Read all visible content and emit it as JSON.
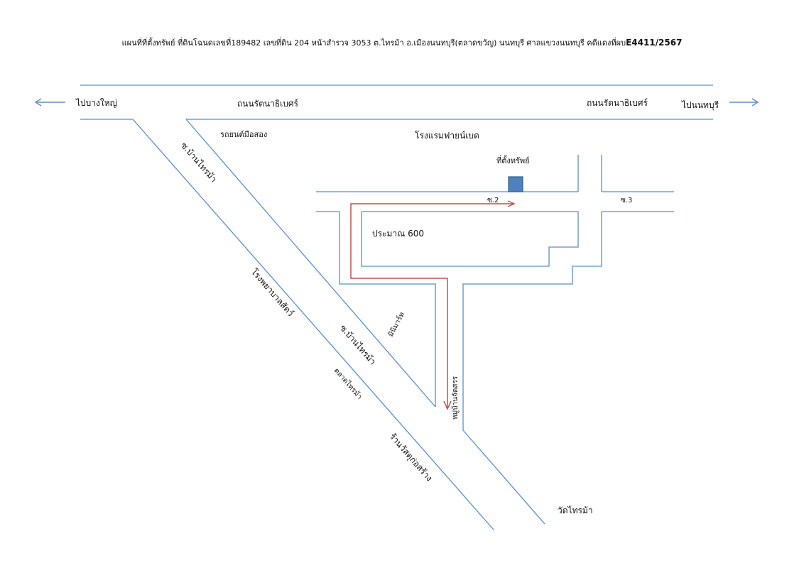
{
  "title": {
    "main": "แผนที่ที่ตั้งทรัพย์ ที่ดินโฉนดเลขที่189482 เลขที่ดิน 204 หน้าสำรวจ 3053 ต.ไทรม้า อ.เมืองนนทบุรี(ตลาดขวัญ) นนทบุรี ศาลแขวงนนทบุรี คดีแดงที่ผบ",
    "case_no": "E4411/2567"
  },
  "directions": {
    "left": "ไปบางใหญ่",
    "right": "ไปนนทบุรี"
  },
  "roads": {
    "main_road_left": "ถนนรัตนาธิเบศร์",
    "main_road_right": "ถนนรัตนาธิเบศร์",
    "soi_upper": "ซ.บ้านไทรม้า",
    "soi_lower": "ซ.บ้านไทรม้า",
    "soi_2": "ซ.2",
    "soi_3": "ซ.3"
  },
  "landmarks": {
    "car_showroom": "รถยนต์มือสอง",
    "hotel": "โรงแรมฟายน์เบด",
    "property": "ที่ตั้งทรัพย์",
    "distance": "ประมาณ 600",
    "animal_hospital": "โรงพยาบาลสัตว์",
    "mini_mart": "มินิมาร์ท",
    "market": "ตลาดไทรม้า",
    "village": "หมู่บ้านจัดสรร",
    "hardware_store": "ร้านวัสดุก่อสร้าง",
    "temple": "วัดไทรม้า"
  },
  "colors": {
    "road": "#5b8fc7",
    "route": "#c0504d",
    "property_fill": "#4f81bd",
    "property_stroke": "#2f5f92",
    "arrow": "#5b8fc7"
  }
}
